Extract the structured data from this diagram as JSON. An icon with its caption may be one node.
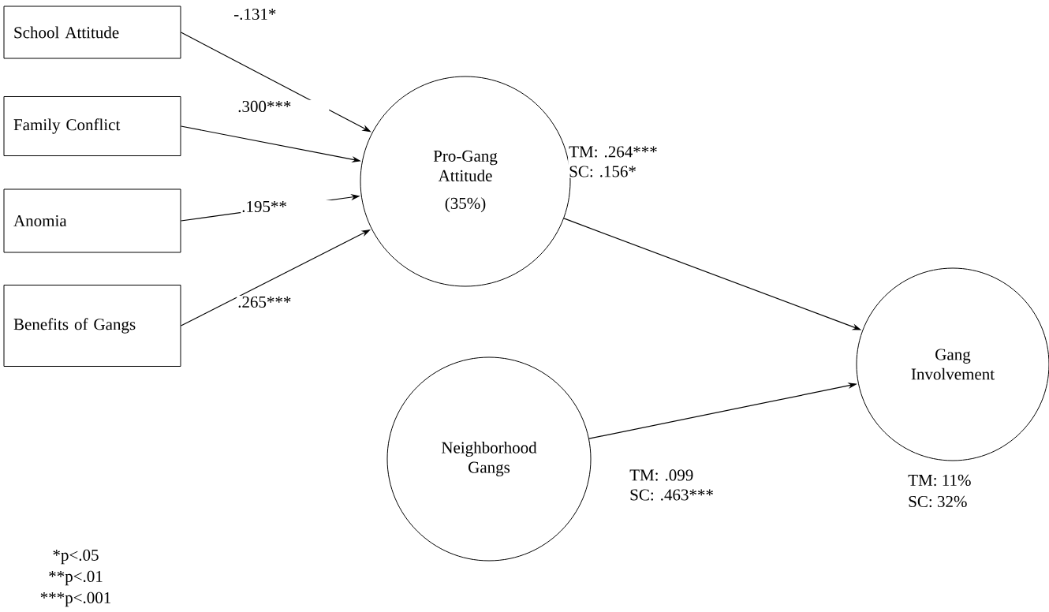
{
  "diagram": {
    "nodes": [
      {
        "text": [
          "School Attitude"
        ]
      },
      {
        "text": [
          "Family Conflict"
        ]
      },
      {
        "text": [
          "Anomia"
        ]
      },
      {
        "text": [
          "Benefits of Gangs"
        ]
      },
      {
        "text": [
          "Pro-Gang Attitude",
          "(35%)"
        ]
      },
      {
        "text": [
          "Neighborhood Gangs"
        ]
      },
      {
        "text": [
          "Gang Involvement"
        ],
        "beside": [
          "TM: 11%",
          "SC: 32%"
        ]
      }
    ],
    "edges": [
      {
        "from": 0,
        "to": 4,
        "arrow": "to",
        "label": "-.131*"
      },
      {
        "from": 1,
        "to": 4,
        "arrow": "to",
        "label": ".300***"
      },
      {
        "from": 2,
        "to": 4,
        "arrow": "to",
        "label": ".195**"
      },
      {
        "from": 3,
        "to": 4,
        "arrow": "to",
        "label": ".265***"
      },
      {
        "from": 4,
        "to": 6,
        "arrow": "to",
        "label": "TM: .264*** SC: .156*"
      },
      {
        "from": 5,
        "to": 6,
        "arrow": "to",
        "label": "TM: .099 SC: .463***"
      }
    ],
    "labels": [
      "*p<.05",
      "**p<.01",
      "***p<.001"
    ]
  }
}
